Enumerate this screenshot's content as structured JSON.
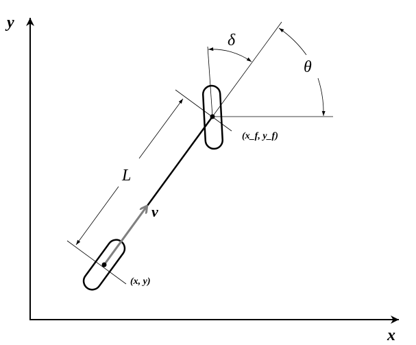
{
  "axes": {
    "x_label": "x",
    "y_label": "y"
  },
  "labels": {
    "wheelbase": "L",
    "steering_angle": "δ",
    "heading_angle": "θ",
    "velocity": "v",
    "front_point": "(x_f, y_f)",
    "front_x": "x",
    "front_y": "y",
    "front_sub": "f",
    "rear_point": "(x, y)"
  },
  "colors": {
    "lines": "#000000",
    "velocity_arrow": "#808080"
  }
}
